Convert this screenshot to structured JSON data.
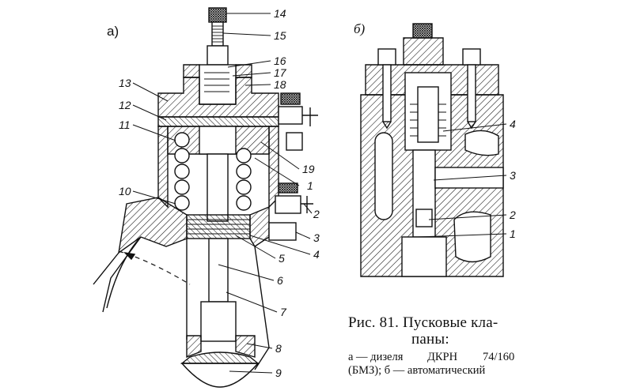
{
  "panels": {
    "a": {
      "label": "а)"
    },
    "b": {
      "label": "б)"
    }
  },
  "callouts_a": [
    "14",
    "15",
    "16",
    "17",
    "18",
    "13",
    "12",
    "11",
    "19",
    "1",
    "10",
    "2",
    "3",
    "4",
    "5",
    "6",
    "7",
    "8",
    "9"
  ],
  "callouts_b": [
    "4",
    "3",
    "2",
    "1"
  ],
  "caption": {
    "title_1": "Рис. 81.  Пусковые кла-",
    "title_2": "паны:",
    "line_1_a": "а — дизеля",
    "line_1_b": "ДКРН",
    "line_1_c": "74/160",
    "line_2": "(БМЗ); б — автоматический"
  }
}
